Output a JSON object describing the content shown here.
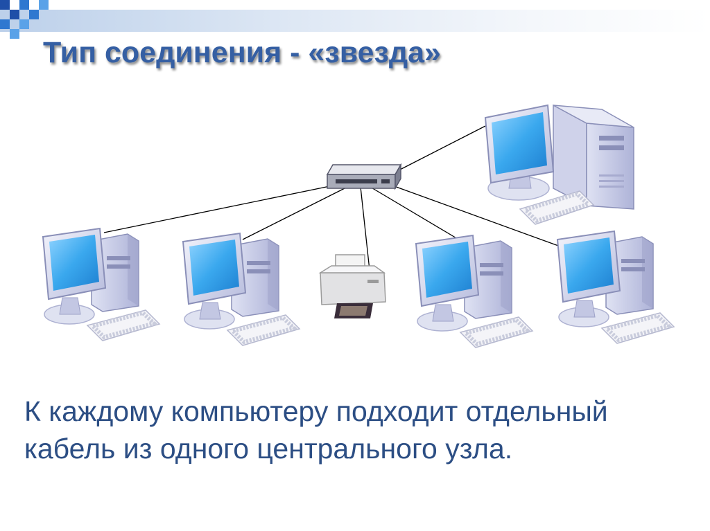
{
  "slide": {
    "title": "Тип соединения - «звезда»",
    "caption_line1": "К каждому компьютеру подходит отдельный",
    "caption_line2": "кабель из одного центрального узла."
  },
  "colors": {
    "title": "#355fa3",
    "caption": "#2c4e84",
    "screen": "#3aa8ee",
    "case": "#b9bedf",
    "cable": "#000000"
  },
  "icons": {
    "hub": "network-hub-icon",
    "computer": "desktop-computer-icon",
    "printer": "printer-icon"
  }
}
